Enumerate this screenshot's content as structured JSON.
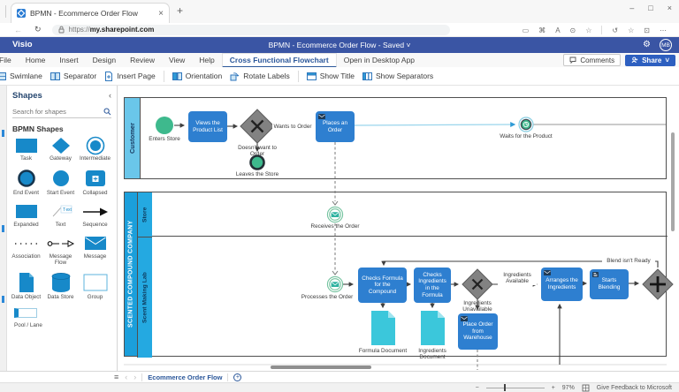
{
  "icons": {
    "close": "×",
    "new_tab": "+",
    "back": "←",
    "refresh": "↻",
    "minimize": "–",
    "maximize": "□",
    "close_win": "×",
    "gear": "⚙",
    "caret_down": "˅",
    "menu": "≡",
    "prev": "‹",
    "next": "›",
    "more": "⋯",
    "reader": "▭",
    "kbd": "⌘",
    "read_aloud": "A",
    "zoom_glass": "⊙",
    "star_add": "☆",
    "sync": "↺",
    "star": "☆",
    "collections": "⊡",
    "collapse": "‹",
    "minus": "−",
    "plus": "+",
    "add_page": "+"
  },
  "browser": {
    "tab_title": "BPMN - Ecommerce Order Flow",
    "url_prefix": "https://",
    "url_host": "my.sharepoint.com"
  },
  "titlebar": {
    "app": "Visio",
    "doc": "BPMN - Ecommerce Order Flow - Saved",
    "avatar": "MB"
  },
  "ribbon": {
    "tabs": [
      "File",
      "Home",
      "Insert",
      "Design",
      "Review",
      "View",
      "Help",
      "Cross Functional Flowchart",
      "Open in Desktop App"
    ],
    "comments": "Comments",
    "share": "Share"
  },
  "toolbar": {
    "buttons": [
      "Swimlane",
      "Separator",
      "Insert Page",
      "Orientation",
      "Rotate Labels",
      "Show Title",
      "Show Separators"
    ]
  },
  "shapes_panel": {
    "title": "Shapes",
    "search_placeholder": "Search for shapes",
    "section": "BPMN Shapes",
    "text_icon_label": "Text",
    "shapes": [
      "Task",
      "Gateway",
      "Intermediate",
      "End Event",
      "Start Event",
      "Collapsed",
      "Expanded",
      "Text",
      "Sequence",
      "Association",
      "Message Flow",
      "Message",
      "Data Object",
      "Data Store",
      "Group",
      "Pool / Lane"
    ]
  },
  "diagram": {
    "pool": "SCENTED COMPOUND COMPANY",
    "lanes": {
      "customer": "Customer",
      "store": "Store",
      "lab": "Scent Making Lab"
    },
    "nodes": {
      "enters_store": "Enters Store",
      "views_product_list": "Views the Product List",
      "places_order": "Places an Order",
      "leaves_store": "Leaves the Store",
      "waits_product": "Waits for the Product",
      "receives_order": "Receives the Order",
      "processes_order": "Processes the Order",
      "checks_formula": "Checks Formula for the Compound",
      "checks_ingredients": "Checks Ingredients in the Formula",
      "arranges_ingredients": "Arranges the Ingredients",
      "starts_blending": "Starts Blending",
      "place_order_warehouse": "Place Order from Warehouse",
      "formula_document": "Formula Document",
      "ingredients_document": "Ingredients Document"
    },
    "edge_labels": {
      "wants_order": "Wants to Order",
      "doesnt_want": "Doesn't want to Order",
      "ingredients_available": "Ingredients Available",
      "ingredients_unavailable": "Ingredients Unavailable",
      "blend_not_ready": "Blend isn't Ready"
    }
  },
  "pagebar": {
    "page": "Ecommerce Order Flow"
  },
  "statusbar": {
    "zoom": "97%",
    "feedback": "Give Feedback to Microsoft"
  }
}
